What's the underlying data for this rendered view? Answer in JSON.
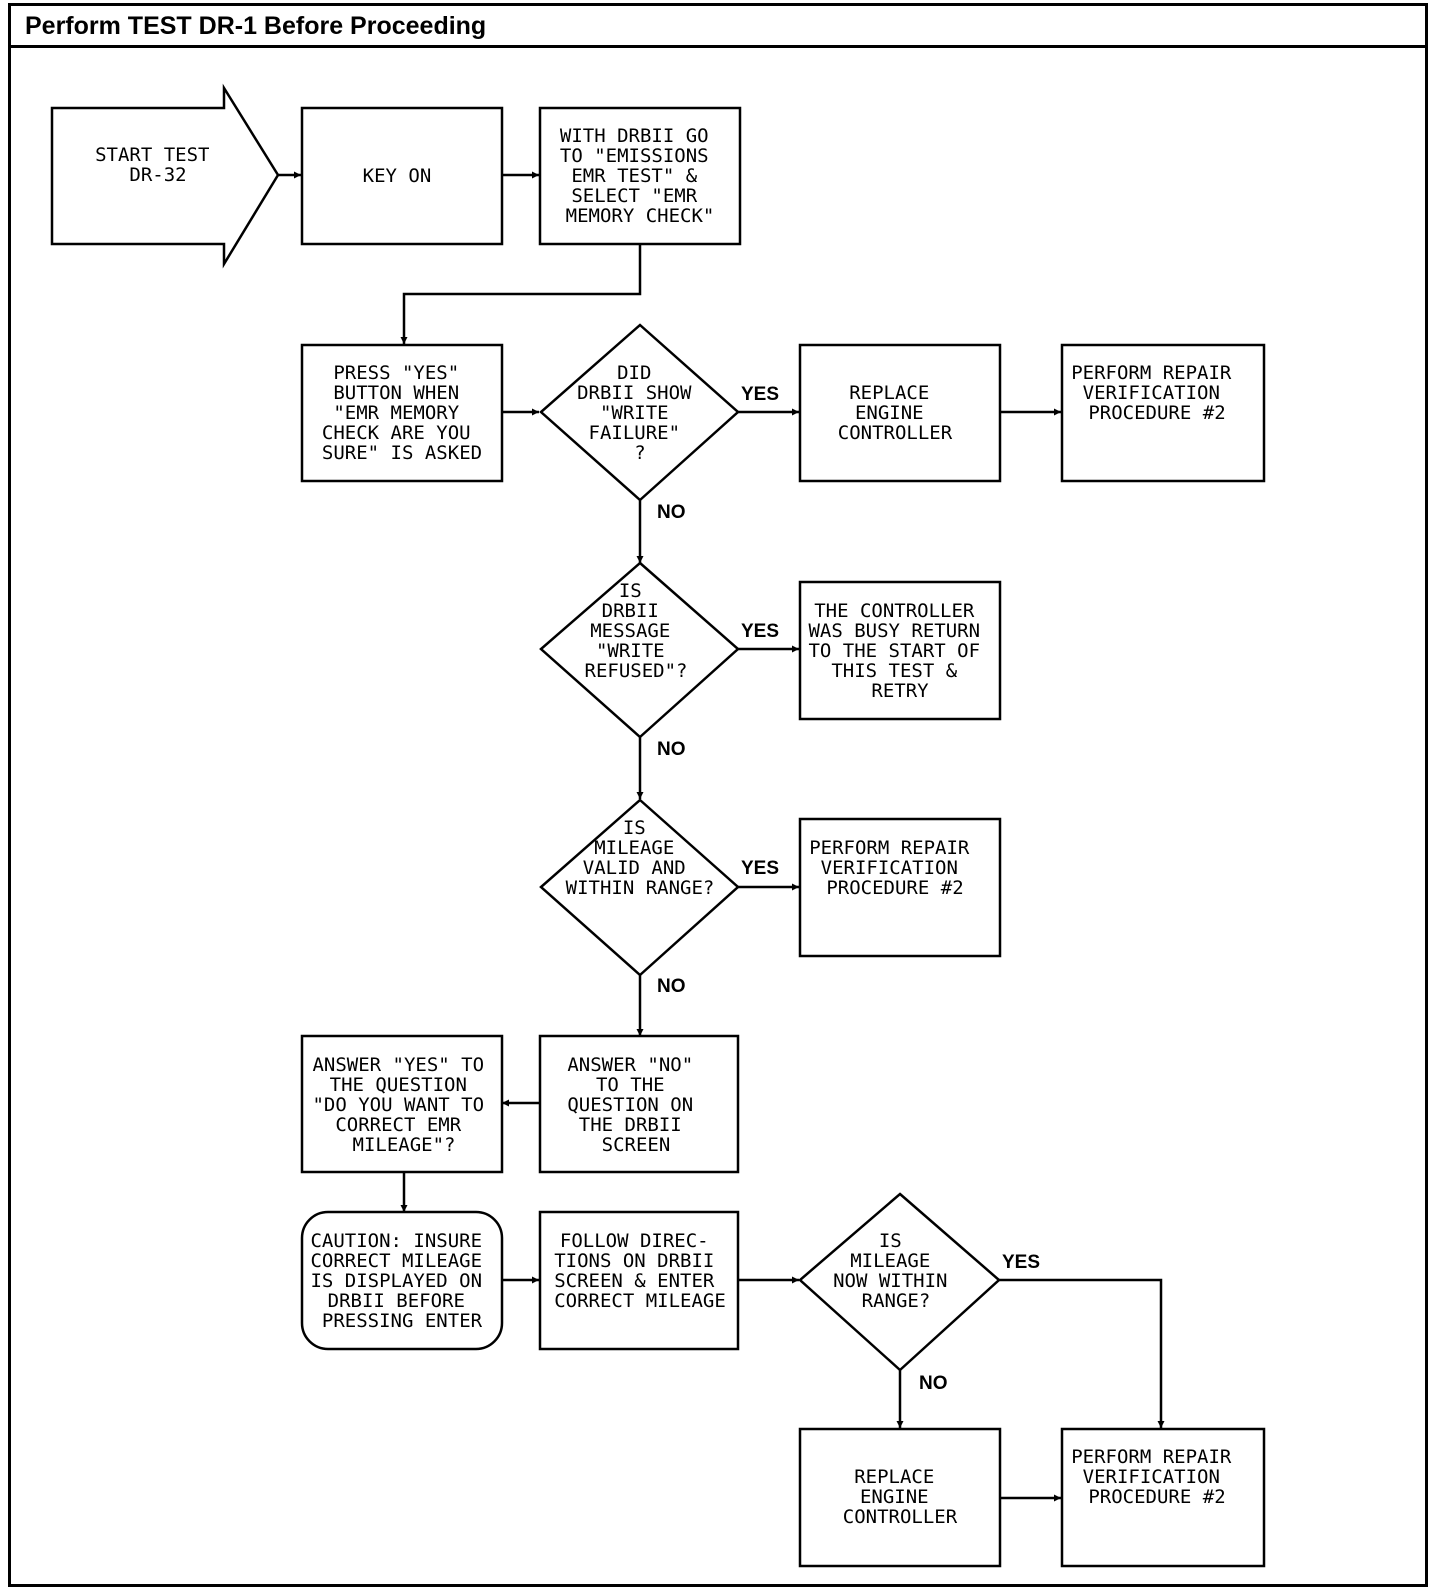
{
  "title": "Perform TEST DR-1 Before Proceeding",
  "nodes": [
    {
      "id": "start",
      "lines": [
        "START TEST",
        "DR-32"
      ]
    },
    {
      "id": "key_on",
      "lines": [
        "KEY ON"
      ]
    },
    {
      "id": "drbii_go",
      "lines": [
        "WITH DRBII GO",
        "TO \"EMISSIONS",
        "EMR TEST\" &",
        "SELECT \"EMR",
        "MEMORY CHECK\""
      ]
    },
    {
      "id": "press_yes",
      "lines": [
        "PRESS \"YES\"",
        "BUTTON WHEN",
        "\"EMR MEMORY",
        "CHECK ARE YOU",
        "SURE\" IS ASKED"
      ]
    },
    {
      "id": "did_write_failure",
      "lines": [
        "DID",
        "DRBII SHOW",
        "\"WRITE",
        "FAILURE\"",
        "?"
      ]
    },
    {
      "id": "replace_1",
      "lines": [
        "REPLACE",
        "ENGINE",
        "CONTROLLER"
      ]
    },
    {
      "id": "verify_1",
      "lines": [
        "PERFORM REPAIR",
        "VERIFICATION",
        "PROCEDURE #2"
      ]
    },
    {
      "id": "write_refused",
      "lines": [
        "IS",
        "DRBII",
        "MESSAGE",
        "\"WRITE",
        "REFUSED\"?"
      ]
    },
    {
      "id": "busy",
      "lines": [
        "THE CONTROLLER",
        "WAS BUSY RETURN",
        "TO THE START OF",
        "THIS TEST &",
        "RETRY"
      ]
    },
    {
      "id": "mileage_valid",
      "lines": [
        "IS",
        "MILEAGE",
        "VALID AND",
        "WITHIN RANGE?"
      ]
    },
    {
      "id": "verify_2",
      "lines": [
        "PERFORM REPAIR",
        "VERIFICATION",
        "PROCEDURE #2"
      ]
    },
    {
      "id": "answer_no",
      "lines": [
        "ANSWER \"NO\"",
        "TO THE",
        "QUESTION ON",
        "THE DRBII",
        "SCREEN"
      ]
    },
    {
      "id": "answer_yes",
      "lines": [
        "ANSWER \"YES\" TO",
        "THE QUESTION",
        "\"DO YOU WANT TO",
        "CORRECT EMR",
        "MILEAGE\"?"
      ]
    },
    {
      "id": "caution",
      "lines": [
        "CAUTION: INSURE",
        "CORRECT MILEAGE",
        "IS DISPLAYED ON",
        "DRBII BEFORE",
        "PRESSING ENTER"
      ]
    },
    {
      "id": "follow",
      "lines": [
        "FOLLOW DIREC-",
        "TIONS ON DRBII",
        "SCREEN & ENTER",
        "CORRECT MILEAGE"
      ]
    },
    {
      "id": "now_within",
      "lines": [
        "IS",
        "MILEAGE",
        "NOW WITHIN",
        "RANGE?"
      ]
    },
    {
      "id": "replace_2",
      "lines": [
        "REPLACE",
        "ENGINE",
        "CONTROLLER"
      ]
    },
    {
      "id": "verify_3",
      "lines": [
        "PERFORM REPAIR",
        "VERIFICATION",
        "PROCEDURE #2"
      ]
    }
  ],
  "edge_labels": {
    "did_yes": "YES",
    "did_no": "NO",
    "refused_yes": "YES",
    "refused_no": "NO",
    "valid_yes": "YES",
    "valid_no": "NO",
    "within_yes": "YES",
    "within_no": "NO"
  }
}
